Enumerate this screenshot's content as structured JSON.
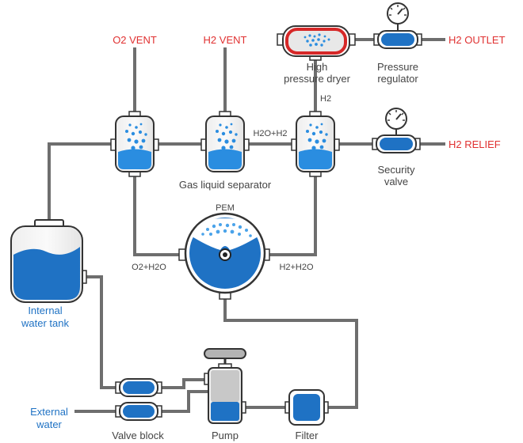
{
  "vents": {
    "o2_vent": "O2 VENT",
    "h2_vent": "H2 VENT",
    "h2_outlet": "H2 OUTLET",
    "h2_relief": "H2 RELIEF"
  },
  "labels": {
    "dryer_line1": "High",
    "dryer_line2": "pressure dryer",
    "regulator_line1": "Pressure",
    "regulator_line2": "regulator",
    "h2": "H2",
    "h2o_h2": "H2O+H2",
    "security_line1": "Security",
    "security_line2": "valve",
    "separator": "Gas liquid separator",
    "pem": "PEM",
    "o2_h2o": "O2+H2O",
    "h2_h2o": "H2+H2O",
    "tank_line1": "Internal",
    "tank_line2": "water tank",
    "external_line1": "External",
    "external_line2": "water",
    "valve_block": "Valve block",
    "pump": "Pump",
    "filter": "Filter"
  },
  "colors": {
    "pipe": "#6e6e6e",
    "water": "#1f72c4",
    "red_label": "#e03131",
    "blue_label": "#1f72c4",
    "dryer_border": "#d62828"
  }
}
